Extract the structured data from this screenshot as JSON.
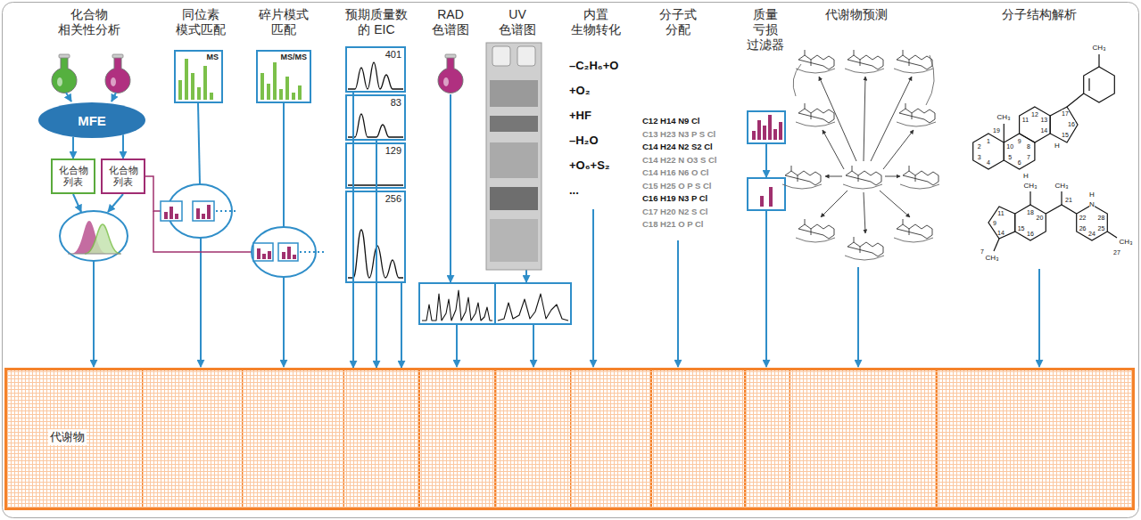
{
  "diagram": {
    "nodes": [
      {
        "text": [
          "MFE"
        ]
      },
      {
        "text": [
          "化合物 列表"
        ]
      },
      {
        "text": [
          "化合物 列表"
        ]
      },
      {
        "text": [
          "MS"
        ]
      },
      {
        "text": [
          "MS/MS"
        ]
      },
      {
        "text": [
          "401"
        ]
      },
      {
        "text": [
          "83"
        ]
      },
      {
        "text": [
          "129"
        ]
      },
      {
        "text": [
          "256"
        ]
      },
      {
        "text": [
          "代谢物"
        ]
      }
    ],
    "edges": [
      {
        "from": 0,
        "to": 1,
        "arrow": "to"
      },
      {
        "from": 0,
        "to": 2,
        "arrow": "to"
      },
      {
        "from": 5,
        "to": 9,
        "arrow": "to"
      },
      {
        "from": 6,
        "to": 9,
        "arrow": "to"
      },
      {
        "from": 8,
        "to": 9,
        "arrow": "to"
      }
    ],
    "labels": [
      "化合物 相关性分析",
      "同位素 模式匹配",
      "碎片模式 匹配",
      "预期质量数 的 EIC",
      "RAD 色谱图",
      "UV 色谱图",
      "内置 生物转化",
      "分子式 分配",
      "质量 亏损 过滤器",
      "代谢物预测",
      "分子结构解析",
      "–C₂H₆+O",
      "+O₂",
      "+HF",
      "–H₂O",
      "+O₆+S₂",
      "...",
      "C12 H14 N9 Cl",
      "C13 H23 N3 P S Cl",
      "C14 H24 N2 S2 Cl",
      "C14 H22 N O3 S Cl",
      "C14 H16 N6 O Cl",
      "C15 H25 O P S Cl",
      "C16 H19 N3 P Cl",
      "C17 H20 N2 S Cl",
      "C18 H21 O P Cl",
      "CH₃",
      "CH₃",
      "19",
      "1",
      "2",
      "3",
      "4",
      "5",
      "6",
      "7",
      "8",
      "9",
      "10",
      "11",
      "12",
      "13",
      "14",
      "15",
      "16",
      "17",
      "H",
      "H",
      "CH₃",
      "CH₃",
      "H",
      "N",
      "CH₃",
      "CH₃",
      "7",
      "9",
      "11",
      "14",
      "15",
      "16",
      "18",
      "20",
      "21",
      "22",
      "24",
      "25",
      "26",
      "27",
      "28"
    ]
  }
}
